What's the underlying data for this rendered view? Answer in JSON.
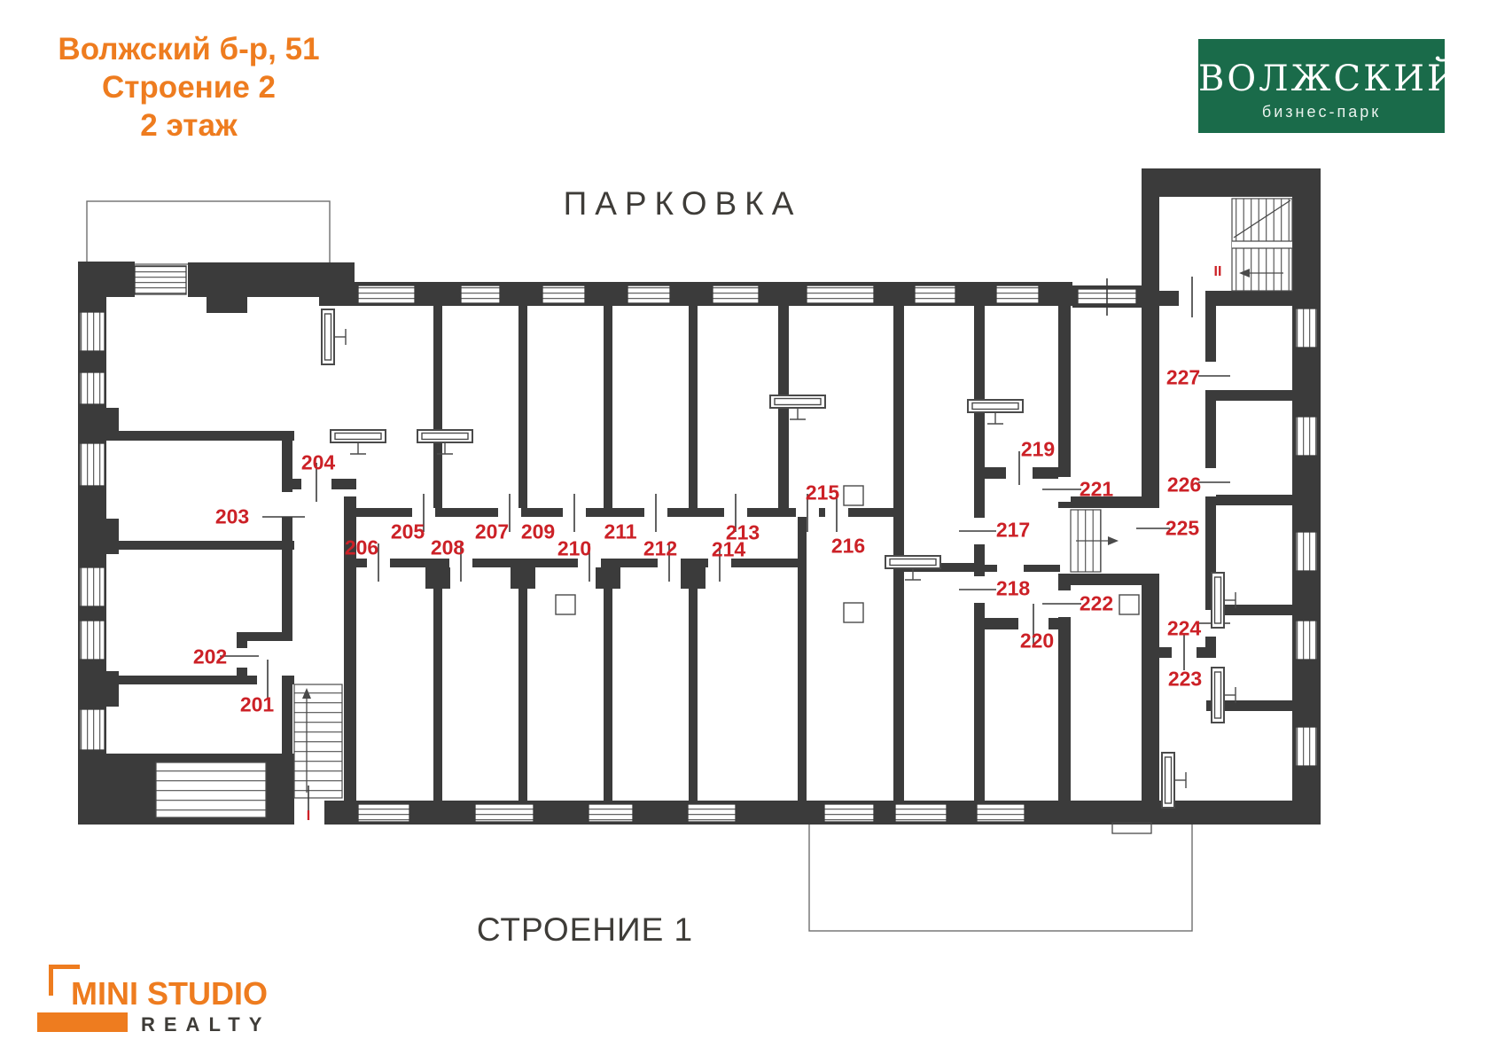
{
  "header": {
    "address": "Волжский б-р, 51",
    "building": "Строение 2",
    "floor": "2 этаж"
  },
  "brand": {
    "name": "ВОЛЖСКИЙ",
    "subtitle": "бизнес-парк"
  },
  "plan": {
    "parking_label": "ПАРКОВКА",
    "building1_label": "СТРОЕНИЕ 1",
    "stair_mark_first": "I",
    "stair_mark_second": "II"
  },
  "rooms": [
    {
      "number": "201"
    },
    {
      "number": "202"
    },
    {
      "number": "203"
    },
    {
      "number": "204"
    },
    {
      "number": "205"
    },
    {
      "number": "206"
    },
    {
      "number": "207"
    },
    {
      "number": "208"
    },
    {
      "number": "209"
    },
    {
      "number": "210"
    },
    {
      "number": "211"
    },
    {
      "number": "212"
    },
    {
      "number": "213"
    },
    {
      "number": "214"
    },
    {
      "number": "215"
    },
    {
      "number": "216"
    },
    {
      "number": "217"
    },
    {
      "number": "218"
    },
    {
      "number": "219"
    },
    {
      "number": "220"
    },
    {
      "number": "221"
    },
    {
      "number": "222"
    },
    {
      "number": "223"
    },
    {
      "number": "224"
    },
    {
      "number": "225"
    },
    {
      "number": "226"
    },
    {
      "number": "227"
    }
  ],
  "footer_logo": {
    "line1": "MINI STUDIO",
    "line2": "REALTY"
  },
  "colors": {
    "wall": "#3b3b3b",
    "red": "#cc2127",
    "orange": "#ee7c1f",
    "green": "#1a6b4a",
    "gray": "#3e3c38"
  }
}
